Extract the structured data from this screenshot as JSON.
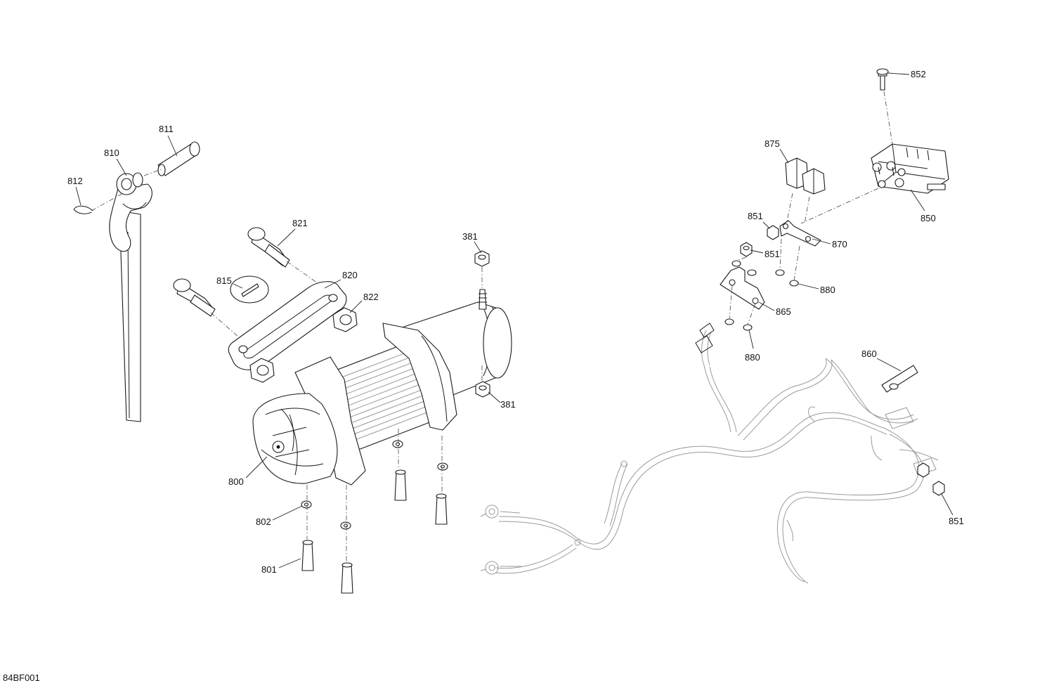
{
  "drawing_code": "84BF001",
  "callouts": [
    {
      "id": "c811",
      "text": "811"
    },
    {
      "id": "c810",
      "text": "810"
    },
    {
      "id": "c812",
      "text": "812"
    },
    {
      "id": "c821",
      "text": "821"
    },
    {
      "id": "c815",
      "text": "815"
    },
    {
      "id": "c820",
      "text": "820"
    },
    {
      "id": "c822",
      "text": "822"
    },
    {
      "id": "c381a",
      "text": "381"
    },
    {
      "id": "c381b",
      "text": "381"
    },
    {
      "id": "c800",
      "text": "800"
    },
    {
      "id": "c802",
      "text": "802"
    },
    {
      "id": "c801",
      "text": "801"
    },
    {
      "id": "c852",
      "text": "852"
    },
    {
      "id": "c875",
      "text": "875"
    },
    {
      "id": "c850",
      "text": "850"
    },
    {
      "id": "c851a",
      "text": "851"
    },
    {
      "id": "c851b",
      "text": "851"
    },
    {
      "id": "c870",
      "text": "870"
    },
    {
      "id": "c880a",
      "text": "880"
    },
    {
      "id": "c865",
      "text": "865"
    },
    {
      "id": "c880b",
      "text": "880"
    },
    {
      "id": "c860",
      "text": "860"
    },
    {
      "id": "c851c",
      "text": "851"
    }
  ]
}
